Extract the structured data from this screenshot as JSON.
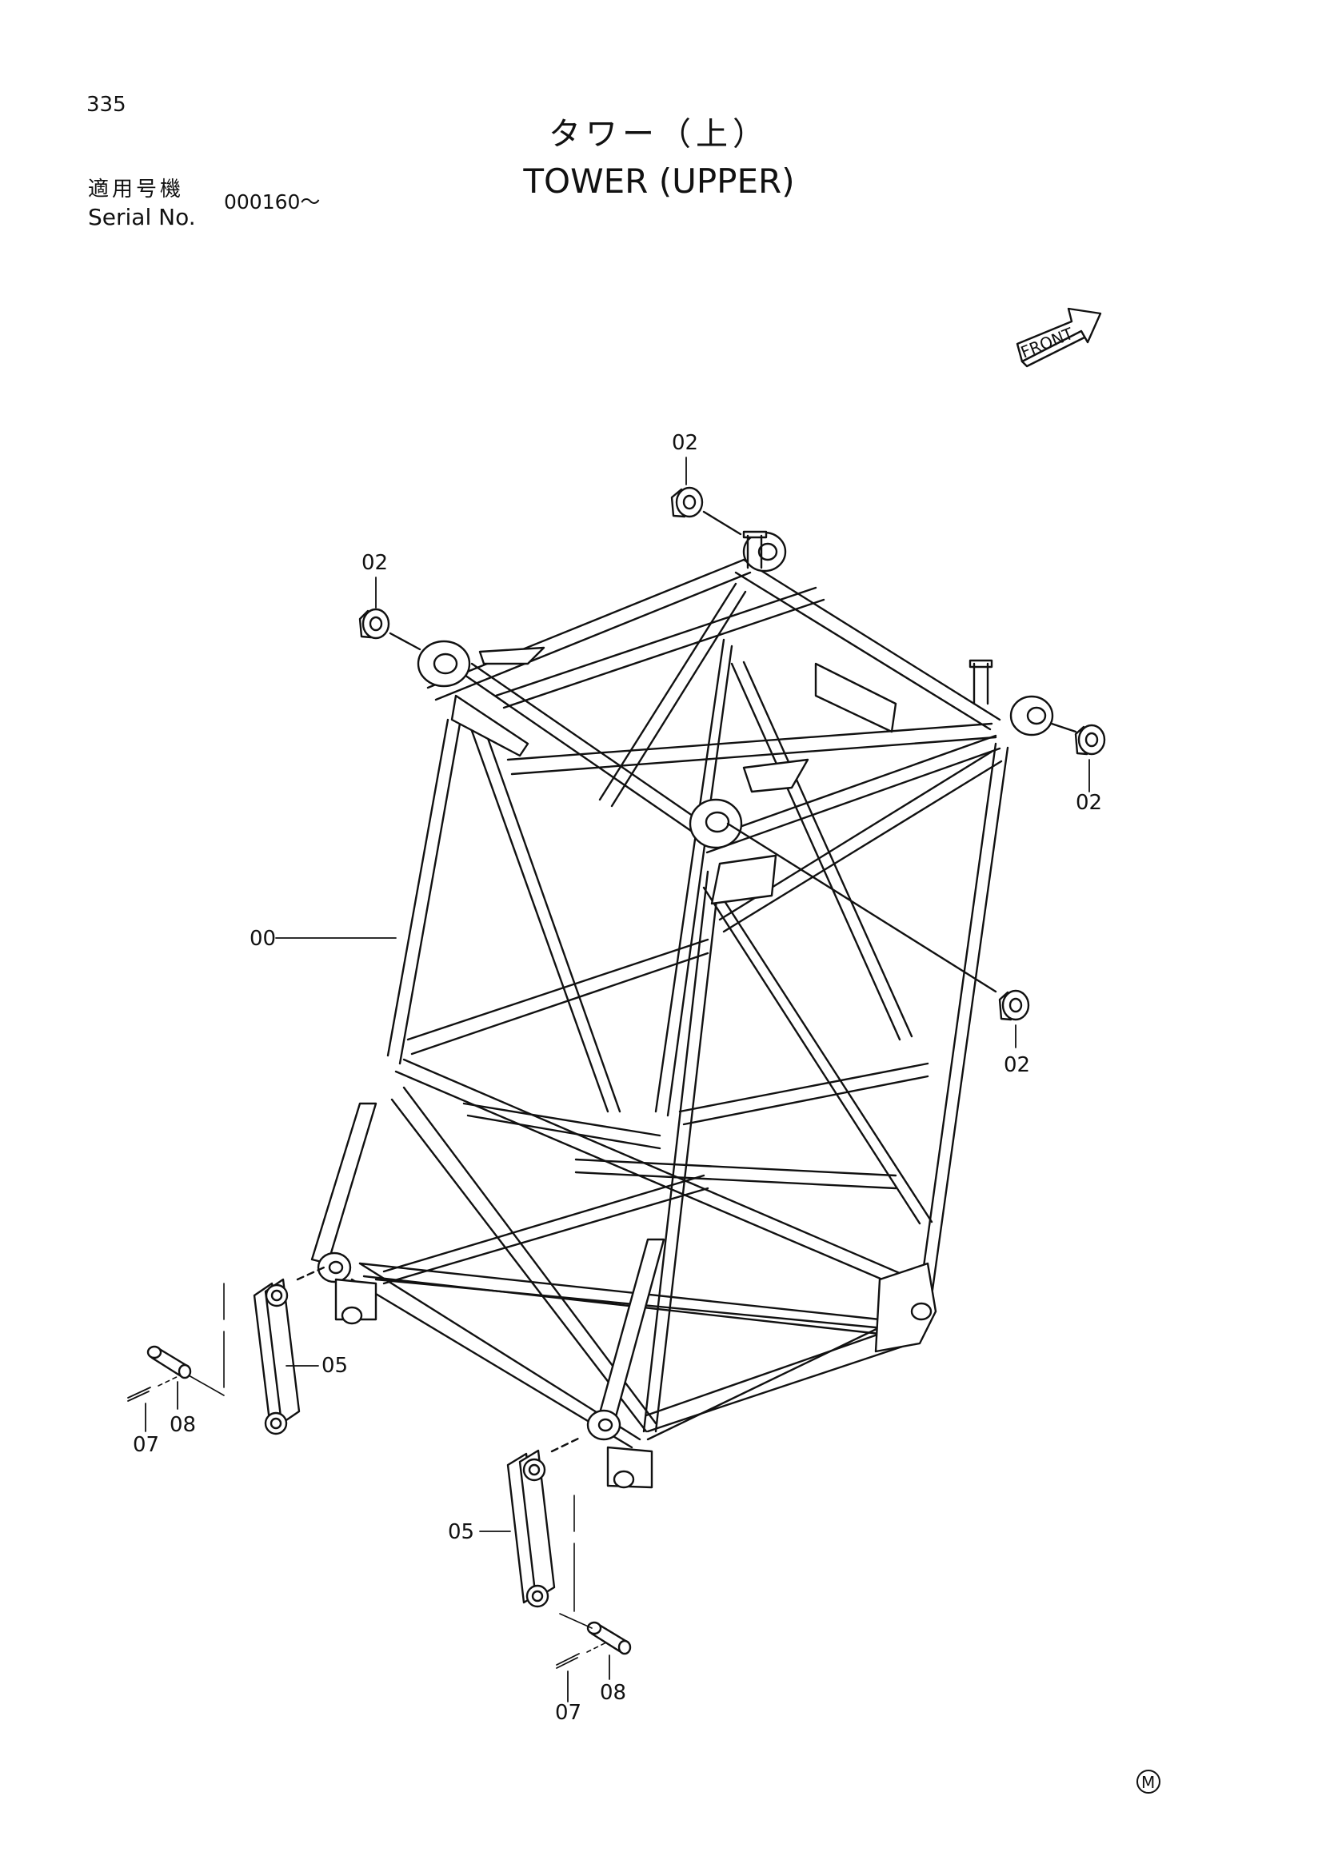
{
  "header": {
    "page_number": "335",
    "title_jp": "タワー（上）",
    "title_en": "TOWER (UPPER)",
    "serial_label_jp": "適用号機",
    "serial_label_en": "Serial No.",
    "serial_value": "000160～"
  },
  "front_indicator": {
    "label": "FRONT",
    "icon": "front-arrow-icon"
  },
  "callouts": {
    "frame": "00",
    "bushing_top": "02",
    "bushing_left": "02",
    "bushing_right": "02",
    "bushing_lower": "02",
    "link_left": "05",
    "link_right": "05",
    "cotter_left": "07",
    "pin_left": "08",
    "cotter_right": "07",
    "pin_right": "08"
  },
  "mark": "M"
}
